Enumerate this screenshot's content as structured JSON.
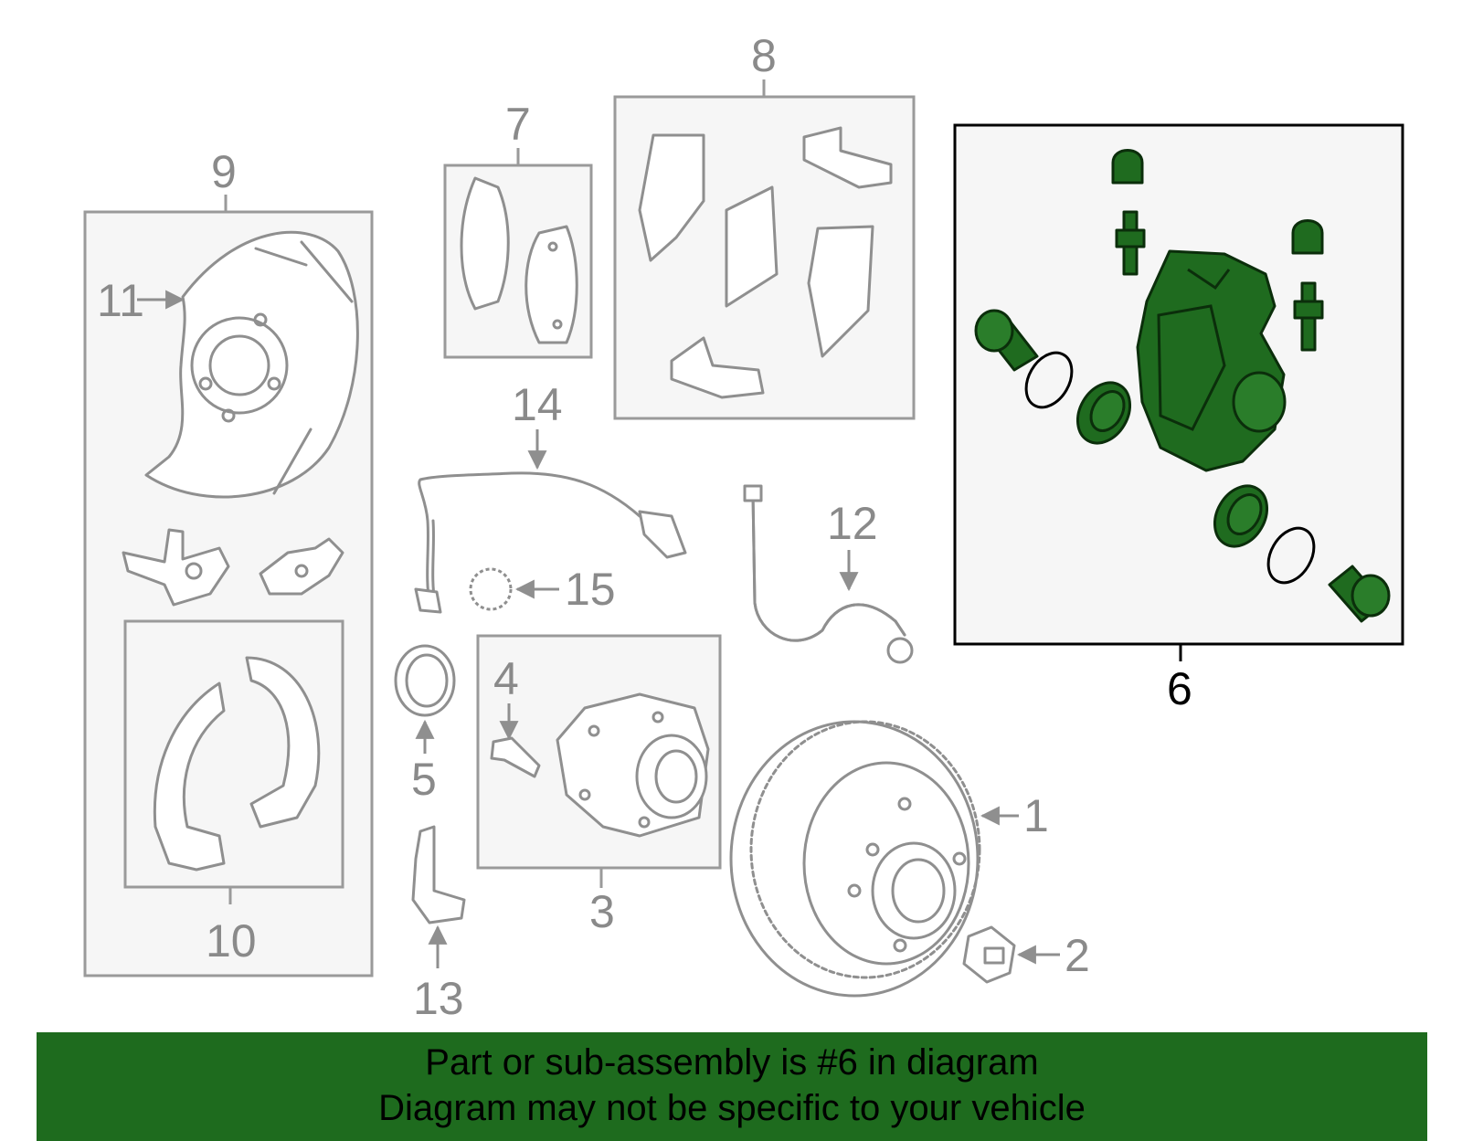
{
  "callouts": {
    "c1": "1",
    "c2": "2",
    "c3": "3",
    "c4": "4",
    "c5": "5",
    "c6": "6",
    "c7": "7",
    "c8": "8",
    "c9": "9",
    "c10": "10",
    "c11": "11",
    "c12": "12",
    "c13": "13",
    "c14": "14",
    "c15": "15"
  },
  "highlighted_part": "6",
  "colors": {
    "highlight": "#1f6b1f",
    "banner": "#1e6b1e",
    "parts": "#8f8f8f"
  },
  "banner": {
    "line1": "Part or sub-assembly is #6 in diagram",
    "line2": "Diagram may not be specific to your vehicle"
  }
}
